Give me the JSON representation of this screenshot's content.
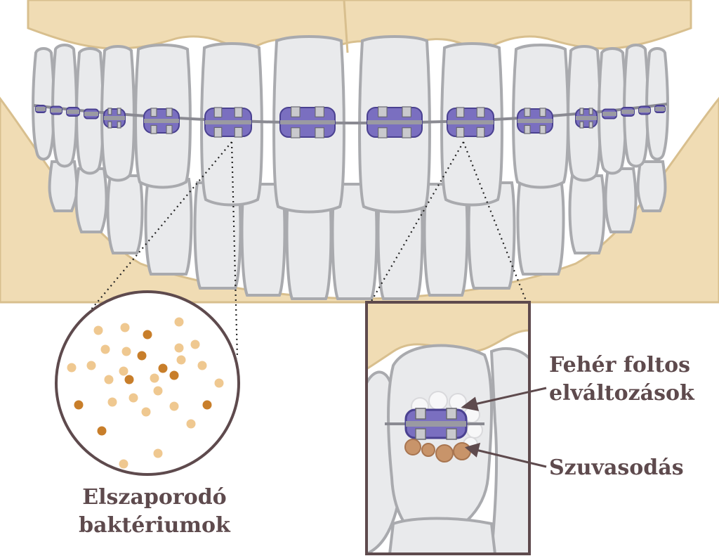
{
  "labels": {
    "bacteria": [
      "Elszaporodó",
      "baktériumok"
    ],
    "white_spots": [
      "Fehér foltos",
      "elváltozások"
    ],
    "caries": [
      "Szuvasodás"
    ]
  },
  "colors": {
    "gum": "#f0dcb4",
    "gum_outline": "#d8bf8e",
    "tooth": "#e9eaec",
    "tooth_outline": "#a9aaae",
    "bracket": "#7a6fc0",
    "bracket_outline": "#4a4190",
    "bracket_pad": "#c9c9cd",
    "wire": "#8a8a92",
    "label": "#5e4a4d",
    "callout_frame": "#5e4a4d",
    "bacteria_light": "#efc890",
    "bacteria_dark": "#c87e2a",
    "caries": "#c8946a"
  },
  "bacteria_count": 30
}
